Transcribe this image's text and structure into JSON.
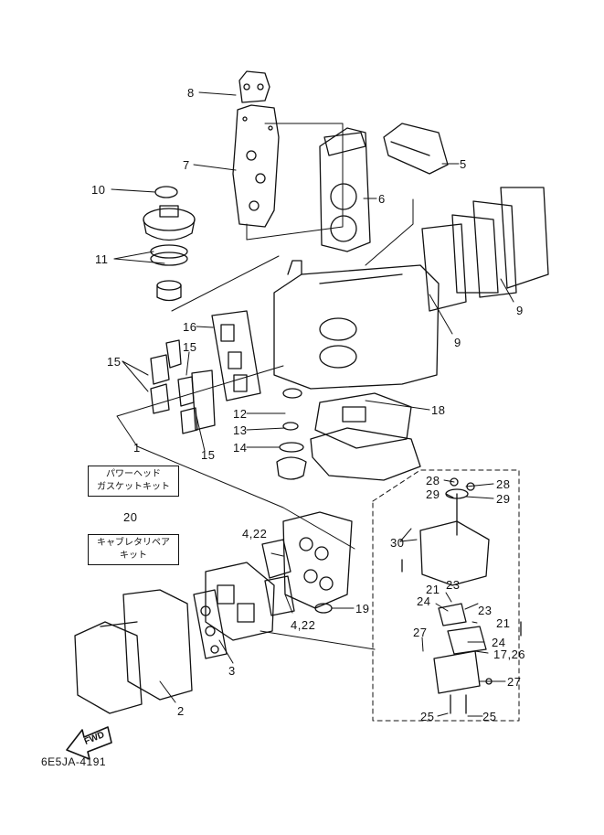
{
  "diagram": {
    "callouts": {
      "c1": "1",
      "c2": "2",
      "c3": "3",
      "c4_22_top": "4,22",
      "c4_22_bottom": "4,22",
      "c5": "5",
      "c6": "6",
      "c7": "7",
      "c8": "8",
      "c9_right": "9",
      "c9_mid": "9",
      "c10": "10",
      "c11": "11",
      "c12": "12",
      "c13": "13",
      "c14": "14",
      "c15_left": "15",
      "c15_mid": "15",
      "c15_bottom": "15",
      "c16": "16",
      "c17_26": "17,26",
      "c18": "18",
      "c19": "19",
      "c20": "20",
      "c21_left": "21",
      "c21_right": "21",
      "c23_left": "23",
      "c23_right": "23",
      "c24_left": "24",
      "c24_right": "24",
      "c25_left": "25",
      "c25_right": "25",
      "c27_left": "27",
      "c27_right": "27",
      "c28_left": "28",
      "c28_right": "28",
      "c29_left": "29",
      "c29_right": "29",
      "c30": "30"
    },
    "kit_boxes": {
      "gasket_kit_line1": "パワーヘッド",
      "gasket_kit_line2": "ガスケットキット",
      "carb_kit_line1": "キャブレタリペア",
      "carb_kit_line2": "キット"
    },
    "fwd_label": "FWD",
    "diagram_code": "6E5JA-4191"
  },
  "colors": {
    "ink": "#111111",
    "paper": "#ffffff"
  }
}
